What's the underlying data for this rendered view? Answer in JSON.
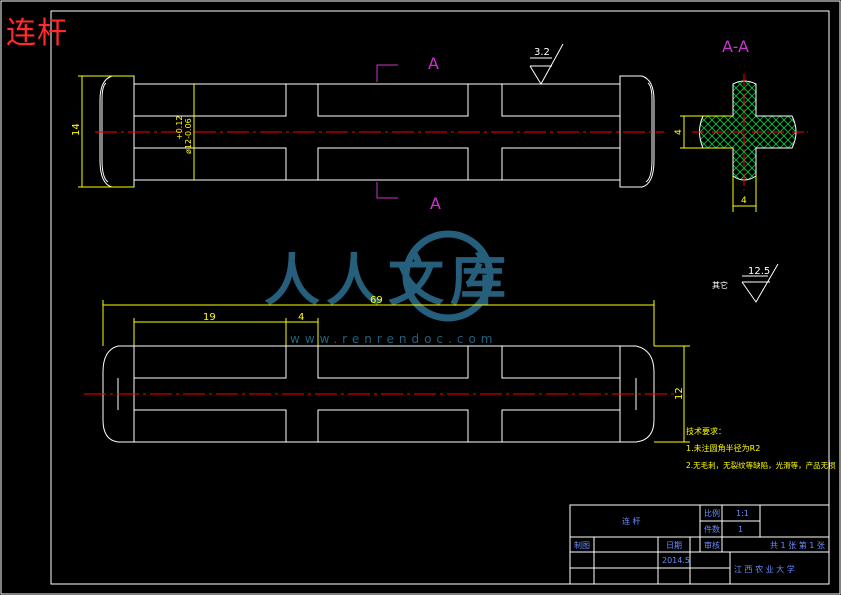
{
  "title": "连杆",
  "section_marks": [
    "A",
    "A"
  ],
  "section_title": "A-A",
  "roughness": {
    "top": "3.2",
    "other_prefix": "其它",
    "other": "12.5"
  },
  "dims": {
    "height_top": "14",
    "tol_upper": "+0.12",
    "tol_main": "ø12-0.06",
    "length": "69",
    "seg1": "19",
    "seg2": "4",
    "height_bottom": "12",
    "section_w": "4",
    "section_h": "4"
  },
  "watermark": {
    "text": "人人文库",
    "url": "www.renrendoc.com"
  },
  "notes": {
    "heading": "技术要求：",
    "line1": "1.未注圆角半径为R2",
    "line2": "2.无毛刺，无裂纹等缺陷，光滑等，产品无损"
  },
  "title_block": {
    "part_name": "连 杆",
    "scale_label": "比例",
    "scale": "1:1",
    "qty_label": "件数",
    "qty": "1",
    "drawing_no": "共 1 张 第 1 张",
    "designer_label": "制图",
    "designer": "",
    "date_label": "日期",
    "date": "2014.5",
    "check_label": "审核",
    "school": "江 西 农 业 大 学"
  },
  "colors": {
    "outline": "#ffffff",
    "dimension": "#ffff00",
    "centerline": "#ff0000",
    "section_mark": "#cc33cc",
    "hatch": "#00cc44",
    "watermark": "#2a6a8a",
    "title_block_text": "#6a8cff"
  }
}
